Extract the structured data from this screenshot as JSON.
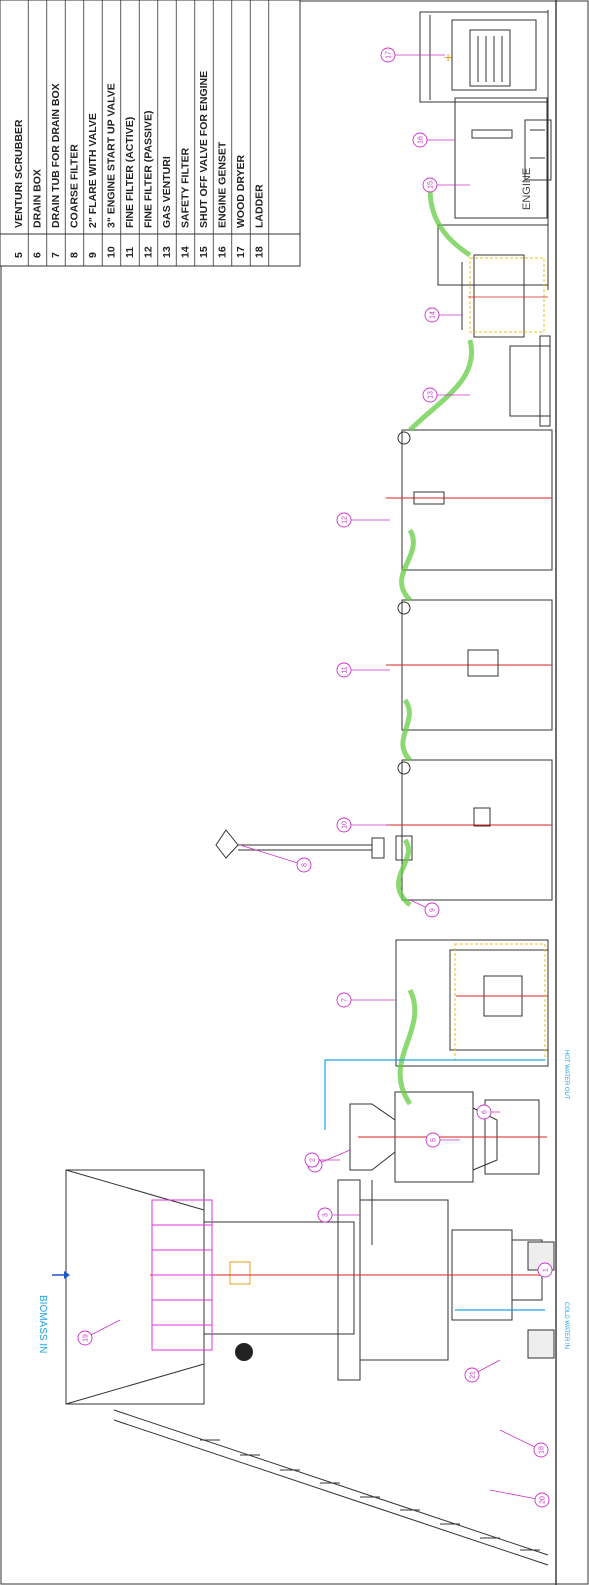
{
  "drawing": {
    "parts_list": [
      {
        "no": "5",
        "desc": "VENTURI SCRUBBER"
      },
      {
        "no": "6",
        "desc": "DRAIN BOX"
      },
      {
        "no": "7",
        "desc": "DRAIN TUB FOR DRAIN BOX"
      },
      {
        "no": "8",
        "desc": "COARSE FILTER"
      },
      {
        "no": "9",
        "desc": "2\" FLARE WITH VALVE"
      },
      {
        "no": "10",
        "desc": "3\" ENGINE START UP VALVE"
      },
      {
        "no": "11",
        "desc": "FINE FILTER (ACTIVE)"
      },
      {
        "no": "12",
        "desc": "FINE FILTER (PASSIVE)"
      },
      {
        "no": "13",
        "desc": "GAS VENTURI"
      },
      {
        "no": "14",
        "desc": "SAFETY FILTER"
      },
      {
        "no": "15",
        "desc": "SHUT OFF VALVE FOR ENGINE"
      },
      {
        "no": "16",
        "desc": "ENGINE GENSET"
      },
      {
        "no": "17",
        "desc": "WOOD DRYER"
      },
      {
        "no": "18",
        "desc": "LADDER"
      }
    ],
    "biomass_label": "BIOMASS IN",
    "engine_label": "ENGINE",
    "water_labels": [
      "COLD WATER IN",
      "HOT WATER OUT"
    ],
    "bubbles": [
      "17",
      "16",
      "15",
      "14",
      "13",
      "12",
      "11",
      "10",
      "9",
      "8",
      "7",
      "6",
      "5",
      "4",
      "3",
      "2",
      "1",
      "18",
      "20",
      "21",
      "19"
    ],
    "colors": {
      "outline": "#333333",
      "leader": "#cc33cc",
      "gas_pipe": "#66cc44",
      "water_pipe": "#1aa3e8",
      "centerline": "#dd2222",
      "hopper": "#dd33dd",
      "safety_dash": "#e8c020"
    }
  }
}
